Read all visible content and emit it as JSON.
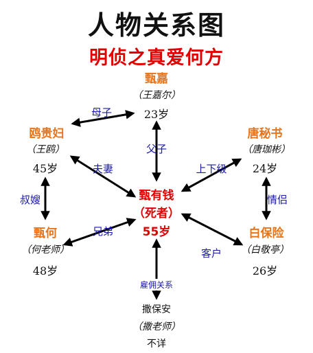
{
  "title": "人物关系图",
  "subtitle": "明侦之真爱何方",
  "colors": {
    "name": "#e8741a",
    "center": "#e00000",
    "relation": "#1a1aa6",
    "text": "#111111"
  },
  "center": {
    "name": "甄有钱",
    "role": "（死者）",
    "age": "55岁"
  },
  "people": {
    "top": {
      "name": "甄嘉",
      "alias": "（王嘉尔）",
      "age": "23岁"
    },
    "upper_left": {
      "name": "鸥贵妇",
      "alias": "（王鸥）",
      "age": "45岁"
    },
    "upper_right": {
      "name": "唐秘书",
      "alias": "（唐珈彬）",
      "age": "24岁"
    },
    "lower_left": {
      "name": "甄何",
      "alias": "（何老师）",
      "age": "48岁"
    },
    "lower_right": {
      "name": "白保险",
      "alias": "（白敬亭）",
      "age": "26岁"
    },
    "bottom": {
      "name": "撒保安",
      "alias": "（撒老师）",
      "age": "不详"
    }
  },
  "relations": {
    "mother_son": "母子",
    "father_son": "父子",
    "husband_wife": "夫妻",
    "boss_subordinate": "上下级",
    "sister_in_law": "叔嫂",
    "lovers": "情侣",
    "brothers": "兄弟",
    "client": "客户",
    "employment": "雇佣关系"
  }
}
